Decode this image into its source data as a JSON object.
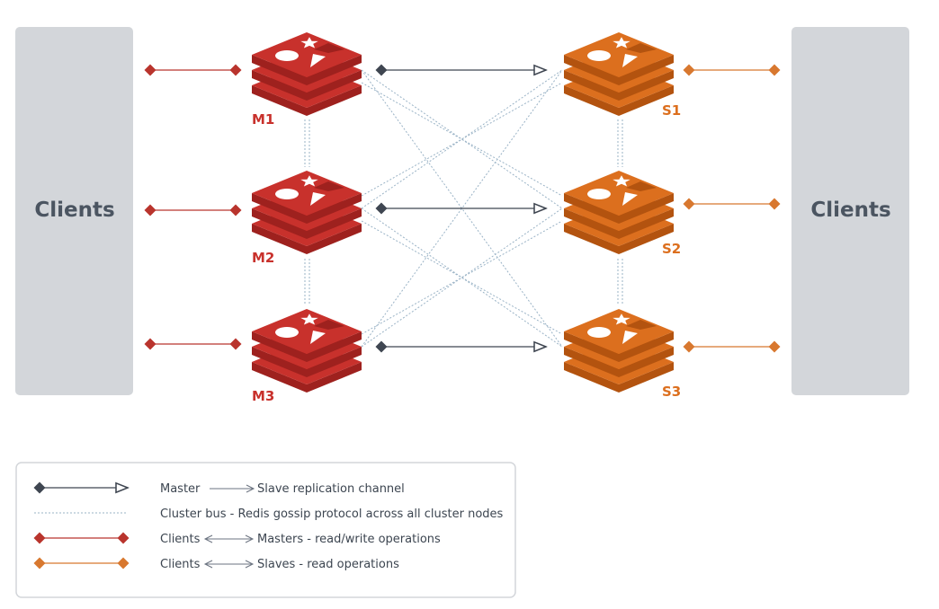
{
  "clients": {
    "left_label": "Clients",
    "right_label": "Clients"
  },
  "masters": [
    {
      "label": "M1"
    },
    {
      "label": "M2"
    },
    {
      "label": "M3"
    }
  ],
  "slaves": [
    {
      "label": "S1"
    },
    {
      "label": "S2"
    },
    {
      "label": "S3"
    }
  ],
  "colors": {
    "master": "#c8312c",
    "master_dark": "#9e211e",
    "slave": "#dc6f1e",
    "slave_dark": "#b3530f",
    "replication": "#3f4651",
    "cluster_bus": "#9ab3c6",
    "client_master": "#b9342d",
    "client_slave": "#d8782f",
    "panel": "#d3d6da"
  },
  "legend": {
    "replication": {
      "part1": "Master",
      "part2": "Slave replication channel"
    },
    "cluster_bus": {
      "text": "Cluster bus - Redis gossip protocol across all cluster nodes"
    },
    "client_master": {
      "part1": "Clients",
      "part2": "Masters - read/write operations"
    },
    "client_slave": {
      "part1": "Clients",
      "part2": "Slaves - read operations"
    }
  }
}
